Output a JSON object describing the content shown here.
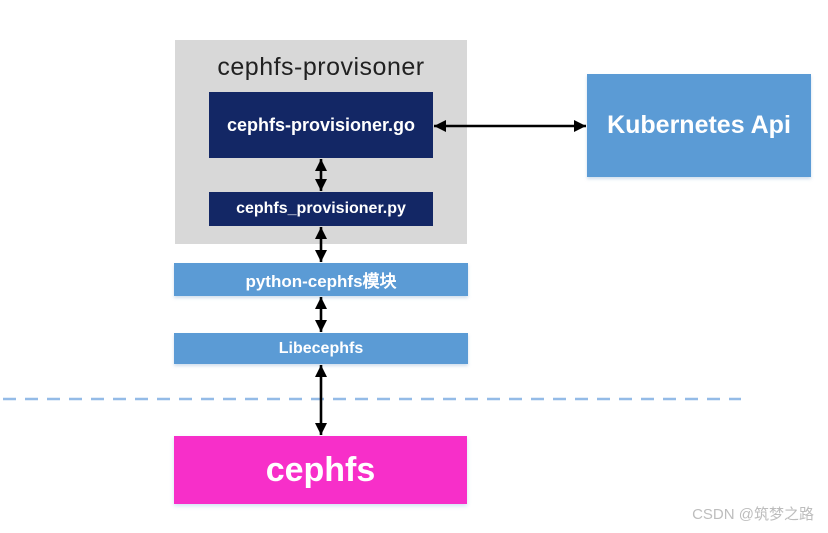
{
  "diagram": {
    "container_title": "cephfs-provisoner",
    "nodes": {
      "go_box": "cephfs-provisioner.go",
      "py_box": "cephfs_provisioner.py",
      "python_module": "python-cephfs模块",
      "libcephfs": "Libecephfs",
      "cephfs": "cephfs",
      "kubernetes_api": "Kubernetes Api"
    },
    "edges": [
      "cephfs-provisioner.go <-> Kubernetes Api",
      "cephfs-provisioner.go <-> cephfs_provisioner.py",
      "cephfs_provisioner.py <-> python-cephfs模块",
      "python-cephfs模块 <-> Libecephfs",
      "Libecephfs <-> cephfs"
    ],
    "colors": {
      "container-bg": "#d8d8d8",
      "navy": "#132765",
      "blue": "#5b9bd5",
      "magenta": "#f72fc9",
      "dashed": "#94bbe7",
      "arrow": "#000000",
      "title-text": "#212121",
      "watermark-text": "#bdbdbd"
    }
  },
  "watermark": {
    "text": "CSDN @筑梦之路"
  }
}
